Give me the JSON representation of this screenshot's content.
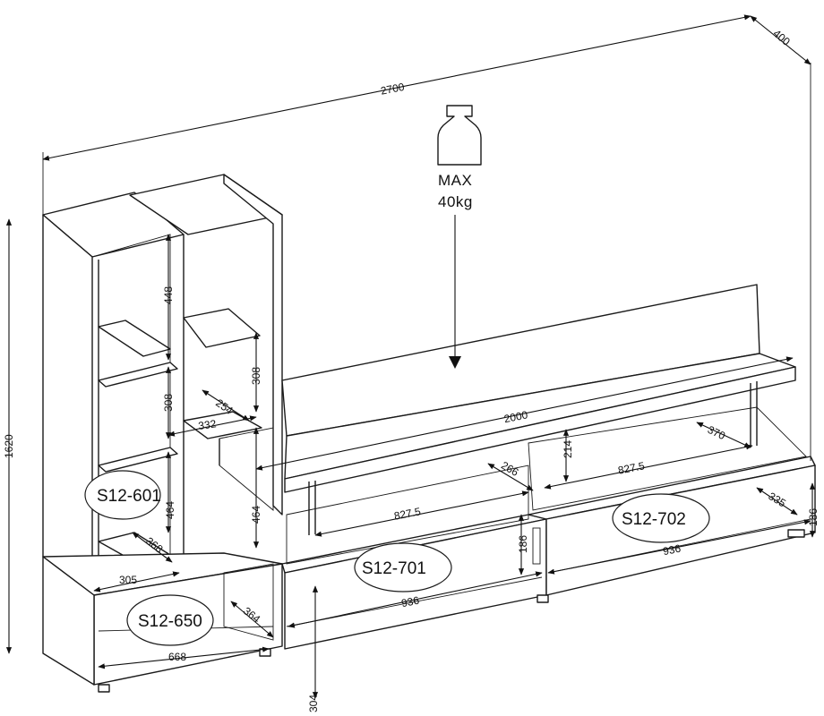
{
  "max_load": {
    "line1": "MAX",
    "line2": "40kg",
    "icon": "weight-icon"
  },
  "dimensions": {
    "overall_width": "2700",
    "overall_depth": "400",
    "overall_height": "1620",
    "tower_shelf_upper": "448",
    "tower_shelf_middle": "308",
    "tower_shelf_lower": "464",
    "tower_depth": "368",
    "tower_width": "305",
    "open_shelf_height_upper": "308",
    "open_shelf_height_lower": "464",
    "open_shelf_width": "332",
    "open_shelf_depth": "254",
    "top_board_width": "2000",
    "top_board_depth": "370",
    "tv_gap_height": "214",
    "tv_inner_depth": "266",
    "tv_inner_width_left": "827.5",
    "tv_inner_width_right": "827.5",
    "tv_left_module_width": "936",
    "tv_right_module_width": "936",
    "drawer_height_left": "186",
    "drawer_height_right": "186",
    "right_module_depth": "335",
    "base_module_width": "668",
    "base_module_depth": "364",
    "bottom_clearance": "304"
  },
  "modules": {
    "tower": "S12-601",
    "base": "S12-650",
    "tv_left": "S12-701",
    "tv_right": "S12-702"
  }
}
